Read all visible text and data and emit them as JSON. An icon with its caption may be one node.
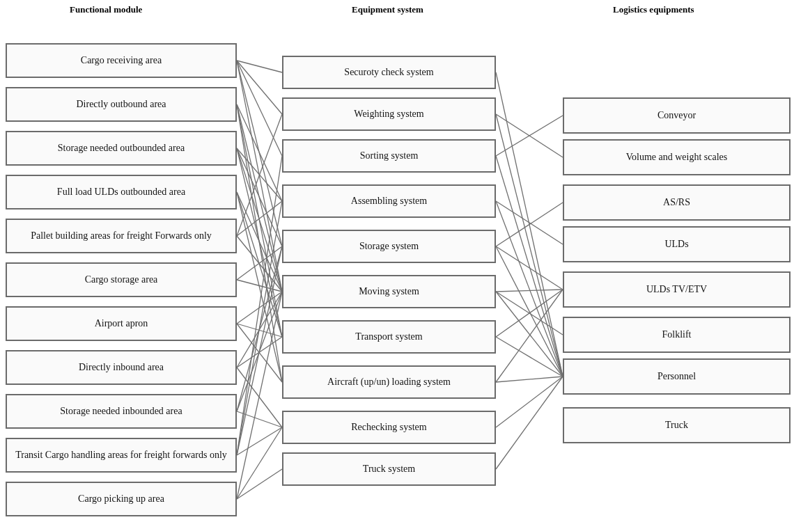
{
  "diagram": {
    "nodes": [
      {
        "text": [
          "Cargo receiving area"
        ]
      },
      {
        "text": [
          "Directly outbound area"
        ]
      },
      {
        "text": [
          "Storage needed outbounded area"
        ]
      },
      {
        "text": [
          "Full load ULDs outbounded area"
        ]
      },
      {
        "text": [
          "Pallet building areas for freight Forwards only"
        ]
      },
      {
        "text": [
          "Cargo storage area"
        ]
      },
      {
        "text": [
          "Airport apron"
        ]
      },
      {
        "text": [
          "Directly inbound area"
        ]
      },
      {
        "text": [
          "Storage needed inbounded area"
        ]
      },
      {
        "text": [
          "Transit Cargo handling areas for freight forwards only"
        ]
      },
      {
        "text": [
          "Cargo picking up area"
        ]
      },
      {
        "text": [
          "Securoty check system"
        ]
      },
      {
        "text": [
          "Weighting system"
        ]
      },
      {
        "text": [
          "Sorting system"
        ]
      },
      {
        "text": [
          "Assembling system"
        ]
      },
      {
        "text": [
          "Storage system"
        ]
      },
      {
        "text": [
          "Moving system"
        ]
      },
      {
        "text": [
          "Transport system"
        ]
      },
      {
        "text": [
          "Aircraft (up/un) loading system"
        ]
      },
      {
        "text": [
          "Rechecking system"
        ]
      },
      {
        "text": [
          "Truck system"
        ]
      },
      {
        "text": [
          "Conveyor"
        ]
      },
      {
        "text": [
          "Volume and weight scales"
        ]
      },
      {
        "text": [
          "AS/RS"
        ]
      },
      {
        "text": [
          "ULDs"
        ]
      },
      {
        "text": [
          "ULDs TV/ETV"
        ]
      },
      {
        "text": [
          "Folklift"
        ]
      },
      {
        "text": [
          "Personnel"
        ]
      },
      {
        "text": [
          "Truck"
        ]
      }
    ],
    "edges": [
      {
        "from": 0,
        "to": 11,
        "arrow": "none"
      },
      {
        "from": 0,
        "to": 12,
        "arrow": "none"
      },
      {
        "from": 0,
        "to": 13,
        "arrow": "none"
      },
      {
        "from": 0,
        "to": 15,
        "arrow": "none"
      },
      {
        "from": 0,
        "to": 16,
        "arrow": "none"
      },
      {
        "from": 1,
        "to": 14,
        "arrow": "none"
      },
      {
        "from": 1,
        "to": 16,
        "arrow": "none"
      },
      {
        "from": 1,
        "to": 17,
        "arrow": "none"
      },
      {
        "from": 1,
        "to": 18,
        "arrow": "none"
      },
      {
        "from": 2,
        "to": 14,
        "arrow": "none"
      },
      {
        "from": 2,
        "to": 15,
        "arrow": "none"
      },
      {
        "from": 2,
        "to": 16,
        "arrow": "none"
      },
      {
        "from": 2,
        "to": 17,
        "arrow": "none"
      },
      {
        "from": 3,
        "to": 16,
        "arrow": "none"
      },
      {
        "from": 3,
        "to": 17,
        "arrow": "none"
      },
      {
        "from": 3,
        "to": 18,
        "arrow": "none"
      },
      {
        "from": 4,
        "to": 12,
        "arrow": "none"
      },
      {
        "from": 4,
        "to": 14,
        "arrow": "none"
      },
      {
        "from": 4,
        "to": 16,
        "arrow": "none"
      },
      {
        "from": 5,
        "to": 15,
        "arrow": "none"
      },
      {
        "from": 5,
        "to": 16,
        "arrow": "none"
      },
      {
        "from": 6,
        "to": 16,
        "arrow": "none"
      },
      {
        "from": 6,
        "to": 17,
        "arrow": "none"
      },
      {
        "from": 6,
        "to": 18,
        "arrow": "none"
      },
      {
        "from": 7,
        "to": 16,
        "arrow": "none"
      },
      {
        "from": 7,
        "to": 17,
        "arrow": "none"
      },
      {
        "from": 7,
        "to": 19,
        "arrow": "none"
      },
      {
        "from": 8,
        "to": 15,
        "arrow": "none"
      },
      {
        "from": 8,
        "to": 16,
        "arrow": "none"
      },
      {
        "from": 8,
        "to": 19,
        "arrow": "none"
      },
      {
        "from": 9,
        "to": 13,
        "arrow": "none"
      },
      {
        "from": 9,
        "to": 14,
        "arrow": "none"
      },
      {
        "from": 9,
        "to": 15,
        "arrow": "none"
      },
      {
        "from": 9,
        "to": 19,
        "arrow": "none"
      },
      {
        "from": 10,
        "to": 16,
        "arrow": "none"
      },
      {
        "from": 10,
        "to": 19,
        "arrow": "none"
      },
      {
        "from": 10,
        "to": 20,
        "arrow": "none"
      },
      {
        "from": 11,
        "to": 27,
        "arrow": "none"
      },
      {
        "from": 12,
        "to": 22,
        "arrow": "none"
      },
      {
        "from": 12,
        "to": 27,
        "arrow": "none"
      },
      {
        "from": 13,
        "to": 21,
        "arrow": "none"
      },
      {
        "from": 13,
        "to": 27,
        "arrow": "none"
      },
      {
        "from": 14,
        "to": 24,
        "arrow": "none"
      },
      {
        "from": 14,
        "to": 27,
        "arrow": "none"
      },
      {
        "from": 15,
        "to": 23,
        "arrow": "none"
      },
      {
        "from": 15,
        "to": 25,
        "arrow": "none"
      },
      {
        "from": 15,
        "to": 27,
        "arrow": "none"
      },
      {
        "from": 16,
        "to": 25,
        "arrow": "none"
      },
      {
        "from": 16,
        "to": 26,
        "arrow": "none"
      },
      {
        "from": 16,
        "to": 27,
        "arrow": "none"
      },
      {
        "from": 17,
        "to": 25,
        "arrow": "none"
      },
      {
        "from": 17,
        "to": 27,
        "arrow": "none"
      },
      {
        "from": 18,
        "to": 25,
        "arrow": "none"
      },
      {
        "from": 18,
        "to": 27,
        "arrow": "none"
      },
      {
        "from": 19,
        "to": 27,
        "arrow": "none"
      },
      {
        "from": 20,
        "to": 27,
        "arrow": "none"
      }
    ],
    "labels": [
      "Functional module",
      "Equipment system",
      "Logistics equipments"
    ]
  }
}
